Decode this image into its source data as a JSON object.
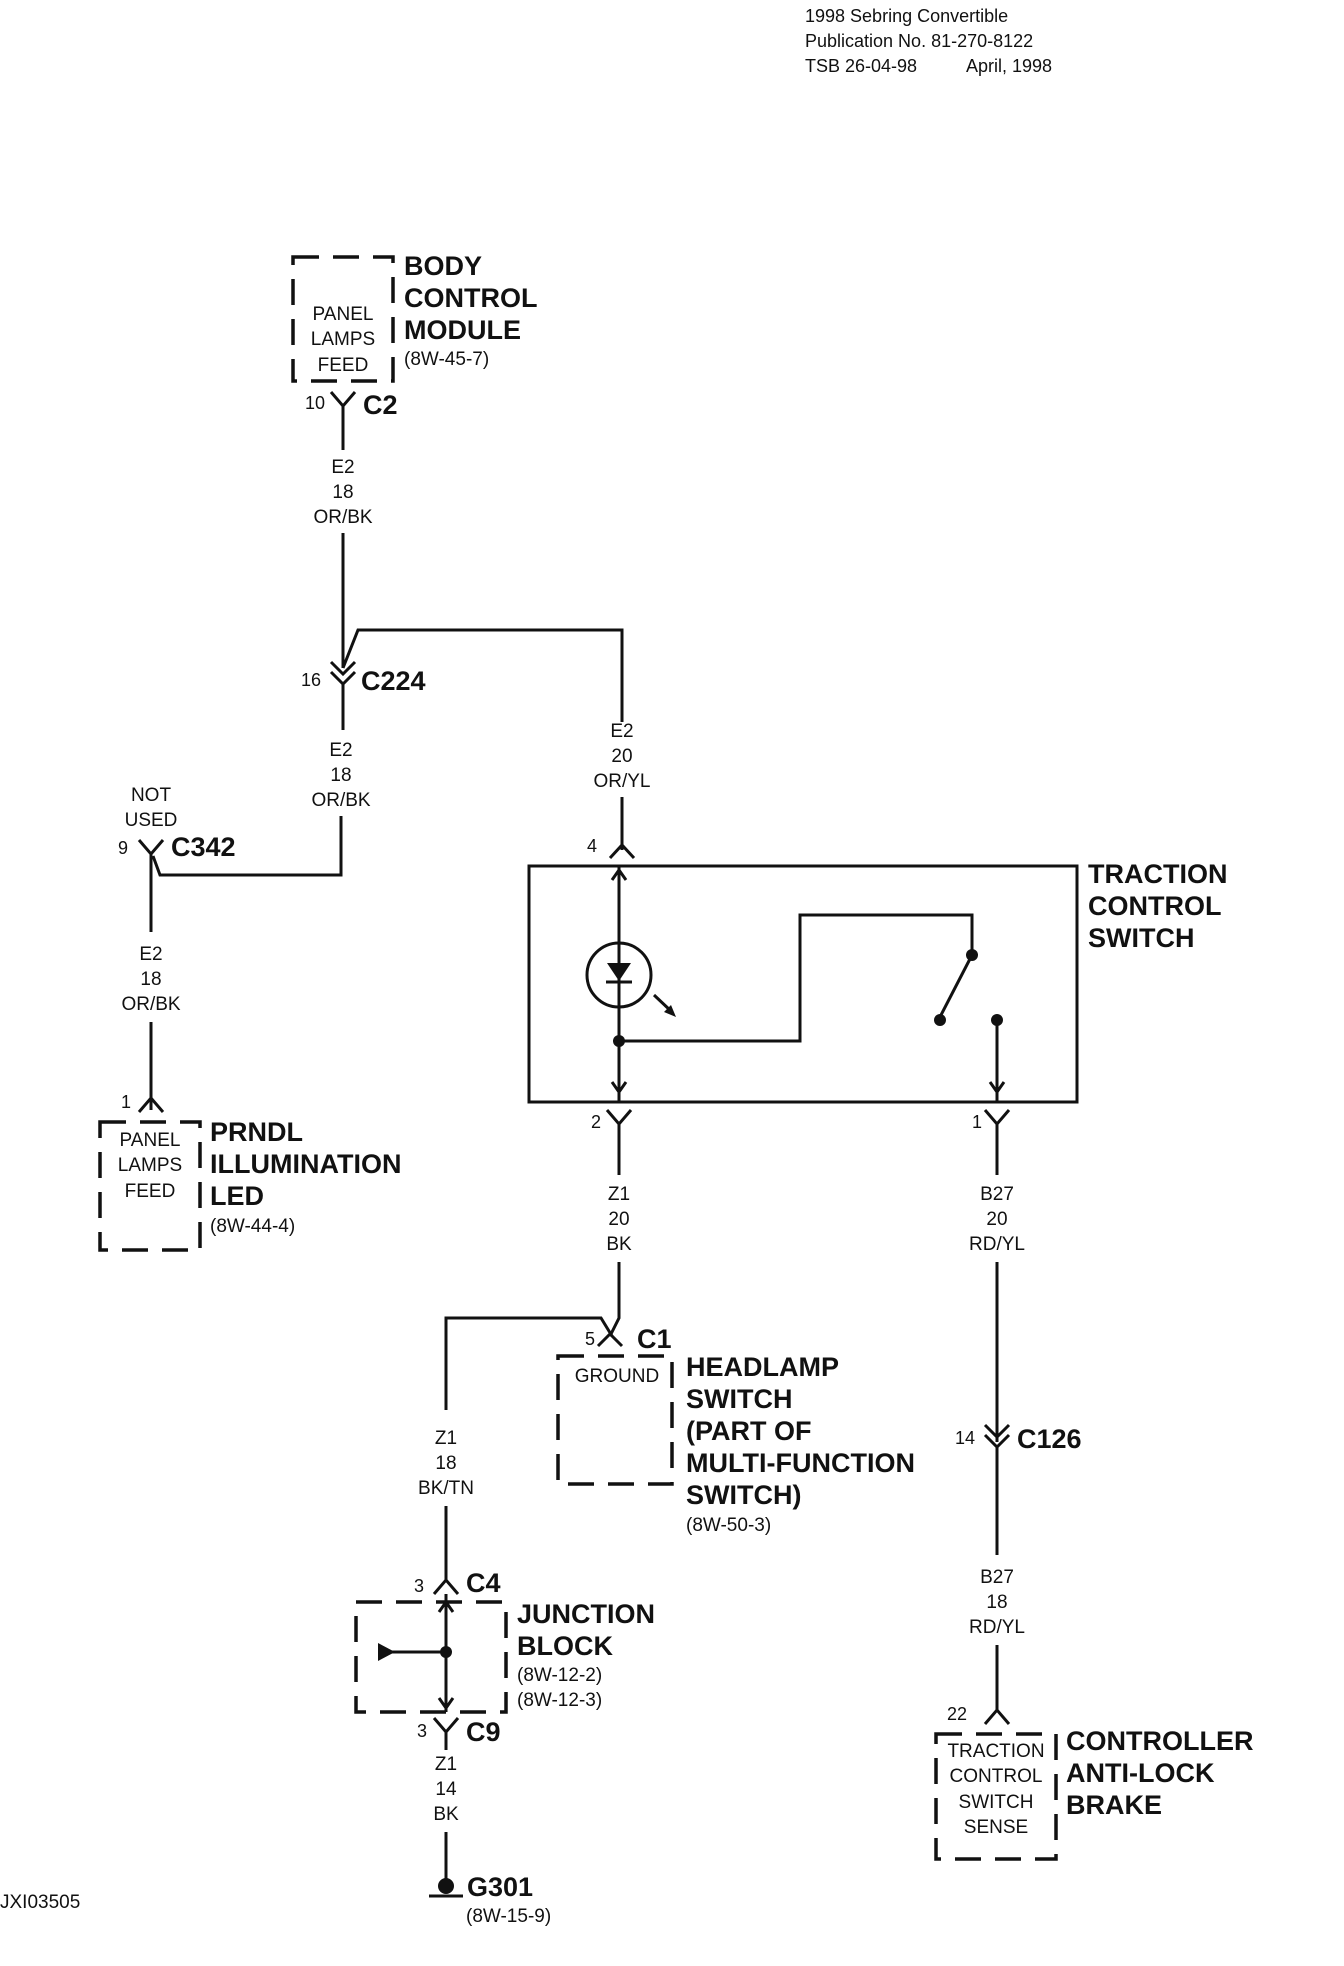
{
  "header": {
    "line1": "1998 Sebring Convertible",
    "line2": "Publication No. 81-270-8122",
    "line3_tsb": "TSB 26-04-98",
    "line3_date": "April, 1998"
  },
  "figure_id": "JXI03505",
  "components": {
    "bcm": {
      "box": [
        "PANEL",
        "LAMPS",
        "FEED"
      ],
      "name": [
        "BODY",
        "CONTROL",
        "MODULE"
      ],
      "ref": "(8W-45-7)"
    },
    "prndl": {
      "box": [
        "PANEL",
        "LAMPS",
        "FEED"
      ],
      "name": [
        "PRNDL",
        "ILLUMINATION",
        "LED"
      ],
      "ref": "(8W-44-4)"
    },
    "tcs": {
      "name": [
        "TRACTION",
        "CONTROL",
        "SWITCH"
      ]
    },
    "headlamp": {
      "box": [
        "GROUND"
      ],
      "name": [
        "HEADLAMP",
        "SWITCH",
        "(PART OF",
        "MULTI-FUNCTION",
        "SWITCH)"
      ],
      "ref": "(8W-50-3)"
    },
    "junction": {
      "name": [
        "JUNCTION",
        "BLOCK"
      ],
      "refs": [
        "(8W-12-2)",
        "(8W-12-3)"
      ]
    },
    "abs": {
      "box": [
        "TRACTION",
        "CONTROL",
        "SWITCH",
        "SENSE"
      ],
      "name": [
        "CONTROLLER",
        "ANTI-LOCK",
        "BRAKE"
      ]
    },
    "ground": {
      "name": "G301",
      "ref": "(8W-15-9)"
    }
  },
  "connectors": {
    "c2": {
      "name": "C2",
      "pin": "10"
    },
    "c224": {
      "name": "C224",
      "pin": "16"
    },
    "c342": {
      "name": "C342",
      "pin": "9",
      "note": [
        "NOT",
        "USED"
      ]
    },
    "prndl_pin": {
      "pin": "1"
    },
    "tcs_pin4": {
      "pin": "4"
    },
    "tcs_pin2": {
      "pin": "2"
    },
    "tcs_pin1": {
      "pin": "1"
    },
    "c1": {
      "name": "C1",
      "pin": "5"
    },
    "c126": {
      "name": "C126",
      "pin": "14"
    },
    "c4": {
      "name": "C4",
      "pin": "3"
    },
    "c9": {
      "name": "C9",
      "pin": "3"
    },
    "abs_pin": {
      "pin": "22"
    }
  },
  "wires": {
    "w1": [
      "E2",
      "18",
      "OR/BK"
    ],
    "w2": [
      "E2",
      "18",
      "OR/BK"
    ],
    "w3": [
      "E2",
      "20",
      "OR/YL"
    ],
    "w4": [
      "E2",
      "18",
      "OR/BK"
    ],
    "w5": [
      "Z1",
      "20",
      "BK"
    ],
    "w6": [
      "B27",
      "20",
      "RD/YL"
    ],
    "w7": [
      "Z1",
      "18",
      "BK/TN"
    ],
    "w8": [
      "B27",
      "18",
      "RD/YL"
    ],
    "w9": [
      "Z1",
      "14",
      "BK"
    ]
  }
}
